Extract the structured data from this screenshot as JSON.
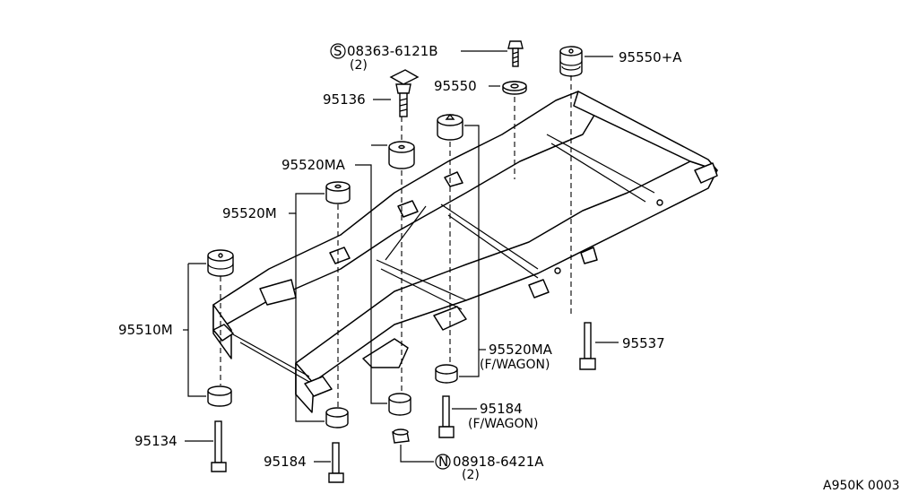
{
  "labels": {
    "bolt_s": "08363-6121B",
    "bolt_s_qty": "(2)",
    "bush_a": "95550+A",
    "washer_95550": "95550",
    "cap_95136": "95136",
    "mount_95520ma": "95520MA",
    "mount_95520m": "95520M",
    "mount_95510m": "95510M",
    "mount_95520ma_fw": "95520MA",
    "fwagon_1": "(F/WAGON)",
    "bolt_95537": "95537",
    "bolt_95184_fw": "95184",
    "fwagon_2": "(F/WAGON)",
    "bolt_95134": "95134",
    "bolt_95184": "95184",
    "nut_n": "08918-6421A",
    "nut_n_qty": "(2)",
    "symbol_s": "S",
    "symbol_n": "N",
    "ref_code": "A950K 0003"
  }
}
